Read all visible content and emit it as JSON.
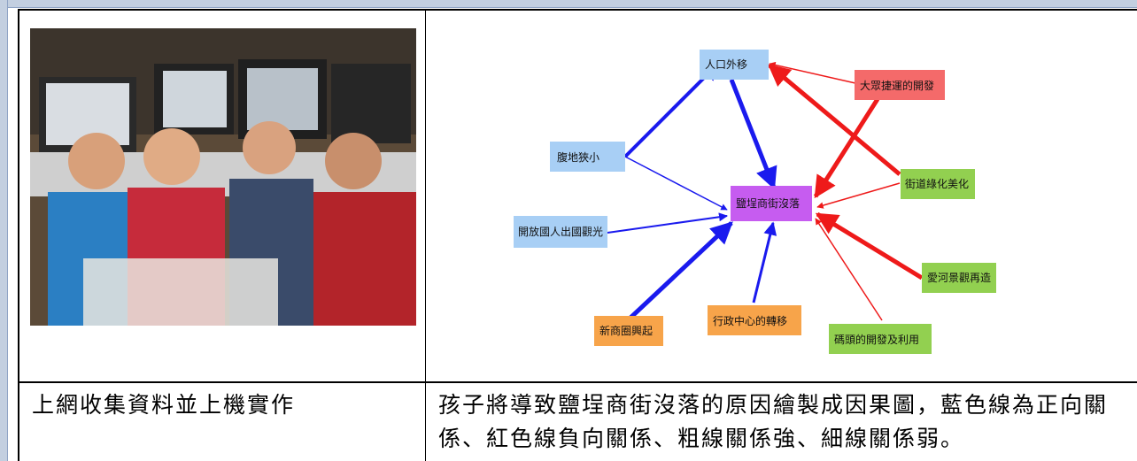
{
  "captions": {
    "left": "上網收集資料並上機實作",
    "right": "孩子將導致鹽埕商街沒落的原因繪製成因果圖，藍色線為正向關係、紅色線負向關係、粗線關係強、細線關係弱。"
  },
  "diagram": {
    "nodes": {
      "center": "鹽埕商街沒落",
      "population": "人口外移",
      "small_land": "腹地狹小",
      "travel": "開放國人出國觀光",
      "new_district": "新商圈興起",
      "admin_center": "行政中心的轉移",
      "mrt": "大眾捷運的開發",
      "street_green": "街道綠化美化",
      "love_river": "愛河景觀再造",
      "pier": "碼頭的開發及利用"
    },
    "colors": {
      "positive_link": "#1a1aee",
      "negative_link": "#ee1a1a",
      "center_fill": "#c65cf0",
      "blue_fill": "#a8cff5",
      "orange_fill": "#f7a44a",
      "red_fill": "#f46a6a",
      "green_fill": "#92d050"
    }
  }
}
